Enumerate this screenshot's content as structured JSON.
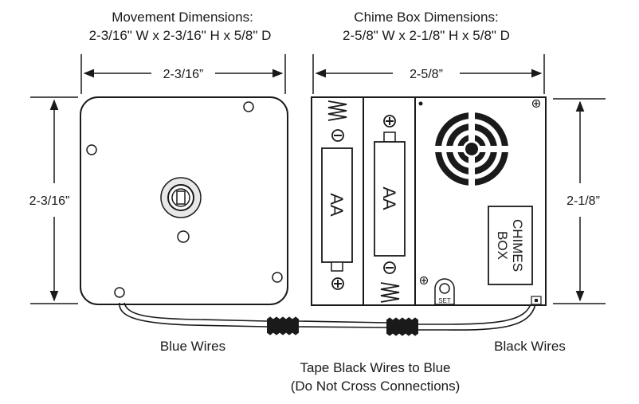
{
  "movement": {
    "title": "Movement Dimensions:",
    "dims": "2-3/16\" W x 2-3/16\" H x 5/8\" D",
    "width_label": "2-3/16”",
    "height_label": "2-3/16”"
  },
  "chime_box": {
    "title": "Chime Box Dimensions:",
    "dims": "2-5/8\" W x 2-1/8\" H x 5/8\" D",
    "width_label": "2-5/8”",
    "height_label": "2-1/8”",
    "battery_1": "AA",
    "battery_2": "AA",
    "label_line1": "CHIMES",
    "label_line2": "BOX",
    "set_button": "SET"
  },
  "wires": {
    "blue": "Blue Wires",
    "black": "Black Wires",
    "instruction_line1": "Tape Black Wires to Blue",
    "instruction_line2": "(Do Not Cross Connections)"
  }
}
